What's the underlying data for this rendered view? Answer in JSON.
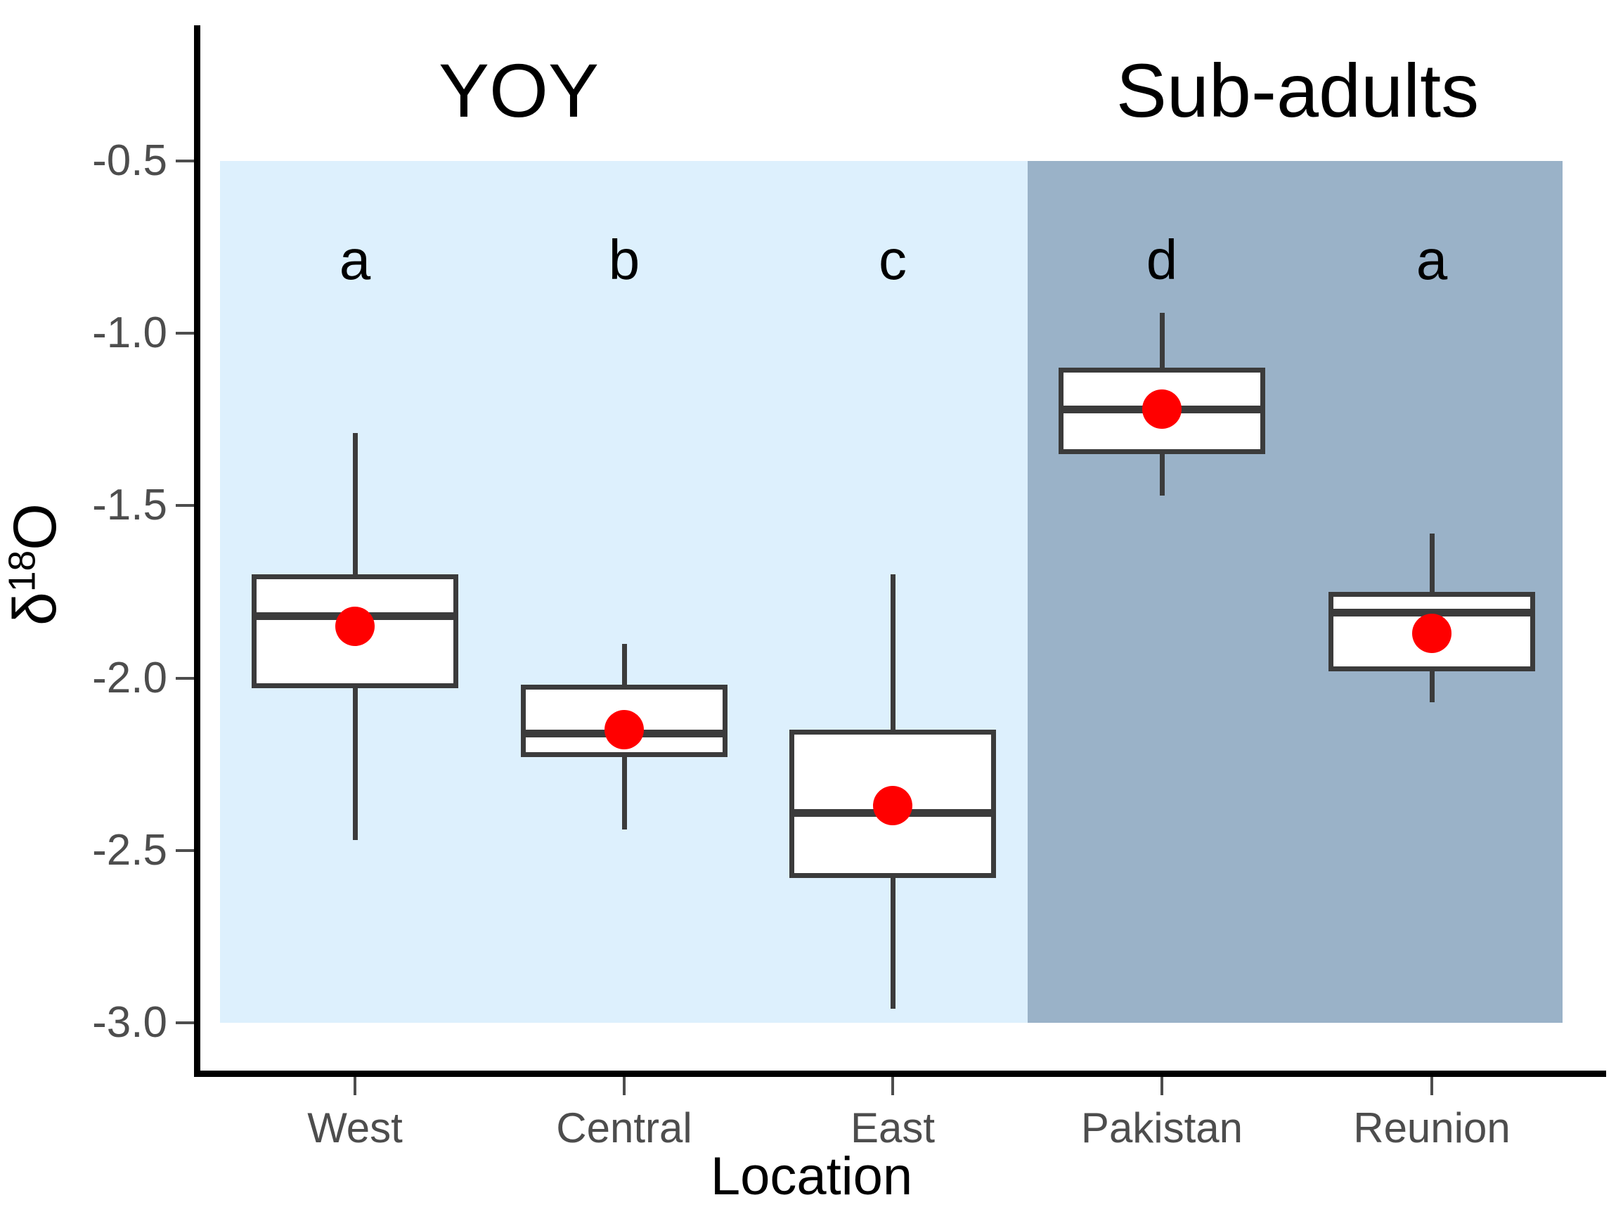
{
  "chart_data": {
    "type": "box",
    "title": "",
    "xlabel": "Location",
    "ylabel_parts": {
      "delta": "δ",
      "sup": "18",
      "element": "O"
    },
    "ylabel": "δ18O",
    "ylim": [
      -3.0,
      -0.5
    ],
    "yticks": [
      -0.5,
      -1.0,
      -1.5,
      -2.0,
      -2.5,
      -3.0
    ],
    "ytick_labels": [
      "-0.5",
      "-1.0",
      "-1.5",
      "-2.0",
      "-2.5",
      "-3.0"
    ],
    "grid": false,
    "legend": "none",
    "panels": [
      {
        "label": "YOY",
        "bg_color": "#ddf0fd",
        "categories": [
          "West",
          "Central",
          "East"
        ]
      },
      {
        "label": "Sub-adults",
        "bg_color": "#9ab2c8",
        "categories": [
          "Pakistan",
          "Reunion"
        ]
      }
    ],
    "categories": [
      "West",
      "Central",
      "East",
      "Pakistan",
      "Reunion"
    ],
    "boxes": [
      {
        "category": "West",
        "panel": "YOY",
        "lower_whisker": -2.47,
        "q1": -2.03,
        "median": -1.82,
        "q3": -1.7,
        "upper_whisker": -1.29,
        "mean": -1.85,
        "sig_letter": "a"
      },
      {
        "category": "Central",
        "panel": "YOY",
        "lower_whisker": -2.44,
        "q1": -2.23,
        "median": -2.16,
        "q3": -2.02,
        "upper_whisker": -1.9,
        "mean": -2.15,
        "sig_letter": "b"
      },
      {
        "category": "East",
        "panel": "YOY",
        "lower_whisker": -2.96,
        "q1": -2.58,
        "median": -2.39,
        "q3": -2.15,
        "upper_whisker": -1.7,
        "mean": -2.37,
        "sig_letter": "c"
      },
      {
        "category": "Pakistan",
        "panel": "Sub-adults",
        "lower_whisker": -1.47,
        "q1": -1.35,
        "median": -1.22,
        "q3": -1.1,
        "upper_whisker": -0.94,
        "mean": -1.22,
        "sig_letter": "d"
      },
      {
        "category": "Reunion",
        "panel": "Sub-adults",
        "lower_whisker": -2.07,
        "q1": -1.98,
        "median": -1.81,
        "q3": -1.75,
        "upper_whisker": -1.58,
        "mean": -1.87,
        "sig_letter": "a"
      }
    ],
    "mean_marker": {
      "shape": "circle",
      "color": "#ff0000",
      "label": "mean"
    },
    "box_style": {
      "fill": "#ffffff",
      "line_color": "#3b3b3b"
    },
    "sig_letter_y": -0.8
  },
  "axis": {
    "x_tick_labels": [
      "West",
      "Central",
      "East",
      "Pakistan",
      "Reunion"
    ],
    "y_tick_labels": [
      "-0.5",
      "-1.0",
      "-1.5",
      "-2.0",
      "-2.5",
      "-3.0"
    ],
    "x_title": "Location",
    "y_title": "δ18O"
  },
  "panel_titles": {
    "left": "YOY",
    "right": "Sub-adults"
  },
  "colors": {
    "panel_yoy": "#ddf0fd",
    "panel_subadults": "#9ab2c8",
    "mean_point": "#ff0000",
    "box_line": "#3b3b3b",
    "axis": "#000000",
    "tick_text": "#4d4d4d"
  }
}
